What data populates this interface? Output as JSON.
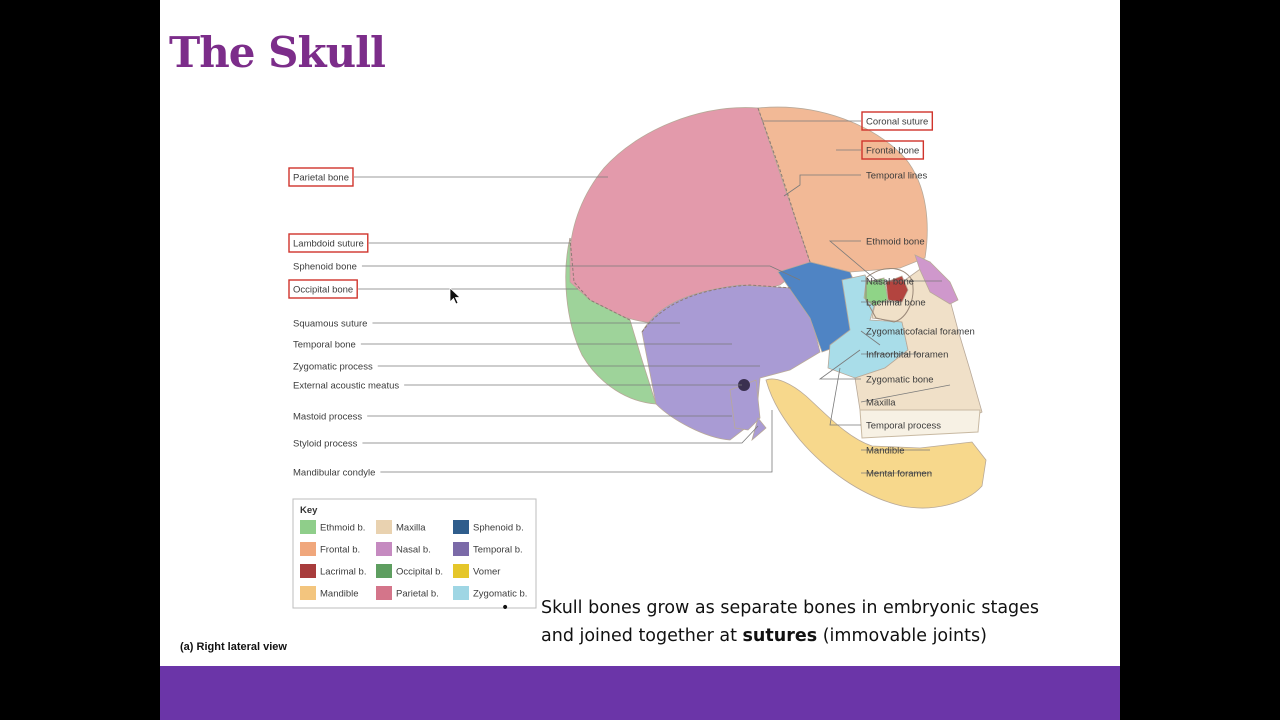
{
  "slide": {
    "title": "The Skull",
    "caption": "(a) Right lateral view",
    "bullet": {
      "line1": "Skull bones grow as separate bones in embryonic stages",
      "line2_pre": "and joined together at ",
      "line2_bold": "sutures",
      "line2_post": " (immovable joints)"
    }
  },
  "labels_left": [
    {
      "text": "Parietal bone",
      "boxed": true
    },
    {
      "text": "Lambdoid suture",
      "boxed": true
    },
    {
      "text": "Sphenoid bone",
      "boxed": false
    },
    {
      "text": "Occipital bone",
      "boxed": true
    },
    {
      "text": "Squamous suture",
      "boxed": false
    },
    {
      "text": "Temporal bone",
      "boxed": false
    },
    {
      "text": "Zygomatic process",
      "boxed": false
    },
    {
      "text": "External acoustic meatus",
      "boxed": false
    },
    {
      "text": "Mastoid process",
      "boxed": false
    },
    {
      "text": "Styloid process",
      "boxed": false
    },
    {
      "text": "Mandibular condyle",
      "boxed": false
    }
  ],
  "labels_right": [
    {
      "text": "Coronal suture",
      "boxed": true
    },
    {
      "text": "Frontal bone",
      "boxed": true
    },
    {
      "text": "Temporal lines",
      "boxed": false
    },
    {
      "text": "Ethmoid bone",
      "boxed": false
    },
    {
      "text": "Nasal bone",
      "boxed": false
    },
    {
      "text": "Lacrimal bone",
      "boxed": false
    },
    {
      "text": "Zygomaticofacial foramen",
      "boxed": false
    },
    {
      "text": "Infraorbital foramen",
      "boxed": false
    },
    {
      "text": "Zygomatic bone",
      "boxed": false
    },
    {
      "text": "Maxilla",
      "boxed": false
    },
    {
      "text": "Temporal process",
      "boxed": false
    },
    {
      "text": "Mandible",
      "boxed": false
    },
    {
      "text": "Mental foramen",
      "boxed": false
    }
  ],
  "key": {
    "title": "Key",
    "items": [
      {
        "label": "Ethmoid b.",
        "color": "#8fce8a"
      },
      {
        "label": "Maxilla",
        "color": "#e9d2b0"
      },
      {
        "label": "Sphenoid b.",
        "color": "#2f5d8c"
      },
      {
        "label": "Frontal b.",
        "color": "#f0a77c"
      },
      {
        "label": "Nasal b.",
        "color": "#c58ac0"
      },
      {
        "label": "Temporal b.",
        "color": "#7b6aa8"
      },
      {
        "label": "Lacrimal b.",
        "color": "#a83c3c"
      },
      {
        "label": "Occipital b.",
        "color": "#5e9e60"
      },
      {
        "label": "Vomer",
        "color": "#e5c62a"
      },
      {
        "label": "Mandible",
        "color": "#f3c57e"
      },
      {
        "label": "Parietal b.",
        "color": "#d4758a"
      },
      {
        "label": "Zygomatic b.",
        "color": "#9fd6e4"
      }
    ]
  },
  "colors": {
    "title": "#7c2d8a",
    "footer_bar": "#6b35a8",
    "highlight_box": "#d0342c",
    "parietal": "#e39aab",
    "frontal": "#f2b996",
    "occipital": "#9ed39a",
    "temporal": "#a99bd4",
    "sphenoid": "#4f84c4",
    "zygomatic": "#a9dde9",
    "maxilla": "#f0e0c8",
    "mandible": "#f7d88c",
    "nasal": "#cf98cc",
    "lacrimal": "#b3443f",
    "ethmoid": "#8fd487"
  }
}
